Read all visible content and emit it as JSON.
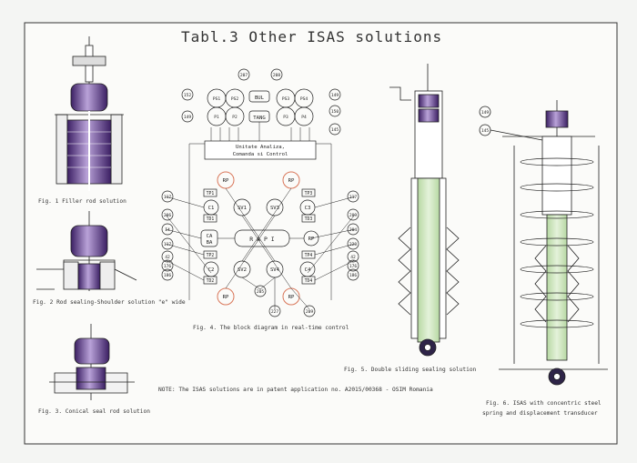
{
  "title": "Tabl.3 Other ISAS solutions",
  "captions": {
    "fig1": "Fig. 1 Filler rod solution",
    "fig2": "Fig. 2 Rod sealing-Shoulder solution \"e\" wide",
    "fig3": "Fig. 3. Conical seal rod solution",
    "fig4": "Fig. 4.  The block diagram in real-time control",
    "fig5": "Fig. 5.  Double sliding sealing solution",
    "fig6_line1": "Fig. 6. ISAS with concentric steel",
    "fig6_line2": "spring and displacement transducer",
    "note": "NOTE:  The ISAS solutions are in patent application no. A2015/00368 - OSIM Romania"
  },
  "block_diagram": {
    "unit_line1": "Unitate Analiza,",
    "unit_line2": "Comanda si Control",
    "center": "R  A  P  I",
    "rp": "RP",
    "sv": [
      "SV1",
      "SV2",
      "SV3",
      "SV4"
    ],
    "c": [
      "C1",
      "C2",
      "C3",
      "C4"
    ],
    "tp": [
      "TP1",
      "TP2",
      "TP3",
      "TP4"
    ],
    "td": [
      "TD1",
      "TD2",
      "TD3",
      "TD4"
    ],
    "ca_line1": "CA",
    "ca_line2": "BA",
    "bul": "BUL",
    "tang": "TANG",
    "ps": [
      "PS1",
      "PS2",
      "PS3",
      "PS4"
    ],
    "p": [
      "P1",
      "P2",
      "P3",
      "P4"
    ],
    "refs_left": [
      "117",
      "206",
      "I4",
      "117",
      "42",
      "176",
      "186"
    ],
    "refs_right": [
      "117",
      "209",
      "204",
      "228",
      "42",
      "176",
      "186"
    ],
    "refs_top": [
      "207",
      "208",
      "152",
      "149",
      "149",
      "150",
      "145"
    ],
    "refs_bottom": [
      "205",
      "227",
      "209"
    ]
  },
  "fig6_refs": [
    "149",
    "145"
  ],
  "colors": {
    "purple": "#7b4fa8",
    "green": "#cfe6bf",
    "red_circle": "#d9775a",
    "line": "#222222"
  }
}
